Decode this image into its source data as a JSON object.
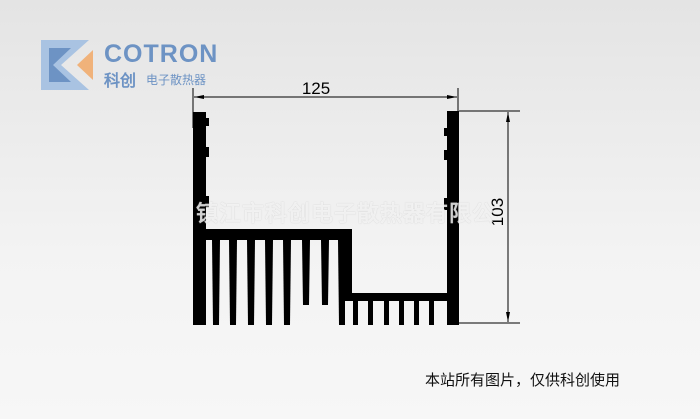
{
  "logo": {
    "brand": "COTRON",
    "brand_cn": "科创",
    "brand_sub": "电子散热器"
  },
  "dimensions": {
    "width": "125",
    "height": "103"
  },
  "watermark": "镇江市科创电子散热器有限公",
  "caption": "本站所有图片，仅供科创使用"
}
